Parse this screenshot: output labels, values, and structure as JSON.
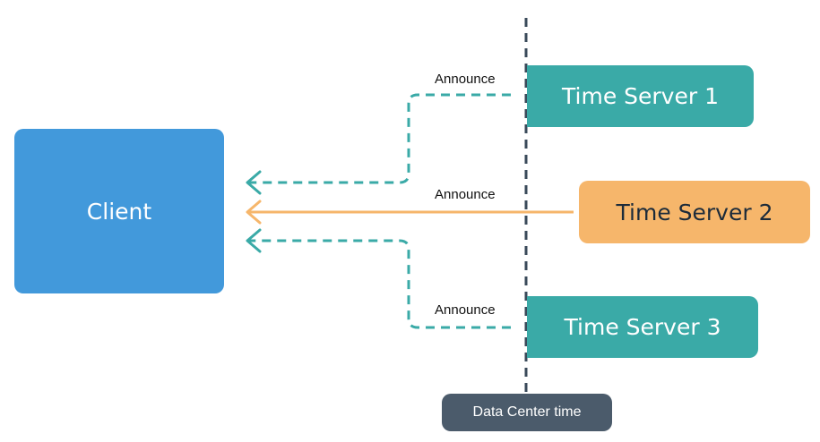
{
  "client": {
    "label": "Client"
  },
  "servers": [
    {
      "label": "Time Server 1",
      "announce": "Announce",
      "color": "#3aaaa7",
      "status": "delayed"
    },
    {
      "label": "Time Server 2",
      "announce": "Announce",
      "color": "#f6b66b",
      "status": "selected"
    },
    {
      "label": "Time Server 3",
      "announce": "Announce",
      "color": "#3aaaa7",
      "status": "delayed"
    }
  ],
  "data_center": {
    "label": "Data Center time",
    "color": "#4b5b6b"
  },
  "colors": {
    "client": "#4299db",
    "dashed_arrow": "#3aaaa7",
    "solid_arrow": "#f6b66b",
    "timeline": "#3a4a5a"
  }
}
